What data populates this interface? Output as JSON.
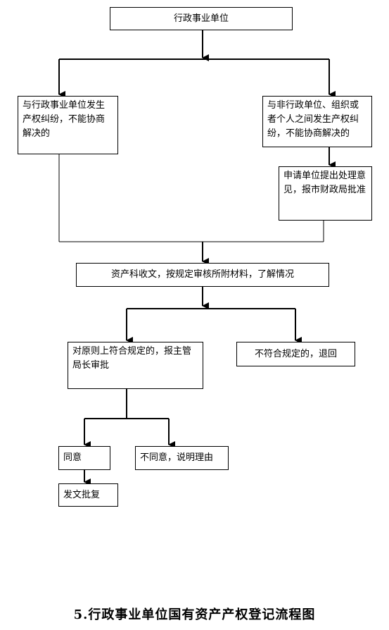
{
  "nodes": {
    "top": "行政事业单位",
    "left_branch": "与行政事业单位发生产权纠纷，不能协商解决的",
    "right_branch": "与非行政单位、组织或者个人之间发生产权纠纷，不能协商解决的",
    "apply": "申请单位提出处理意见，报市财政局批准",
    "asset_dept": "资产科收文，按规定审核所附材料，了解情况",
    "compliant": "对原则上符合规定的，报主管局长审批",
    "noncompliant": "不符合规定的，退回",
    "agree": "同意",
    "disagree": "不同意，说明理由",
    "issue": "发文批复"
  },
  "caption": "5.行政事业单位国有资产产权登记流程图"
}
